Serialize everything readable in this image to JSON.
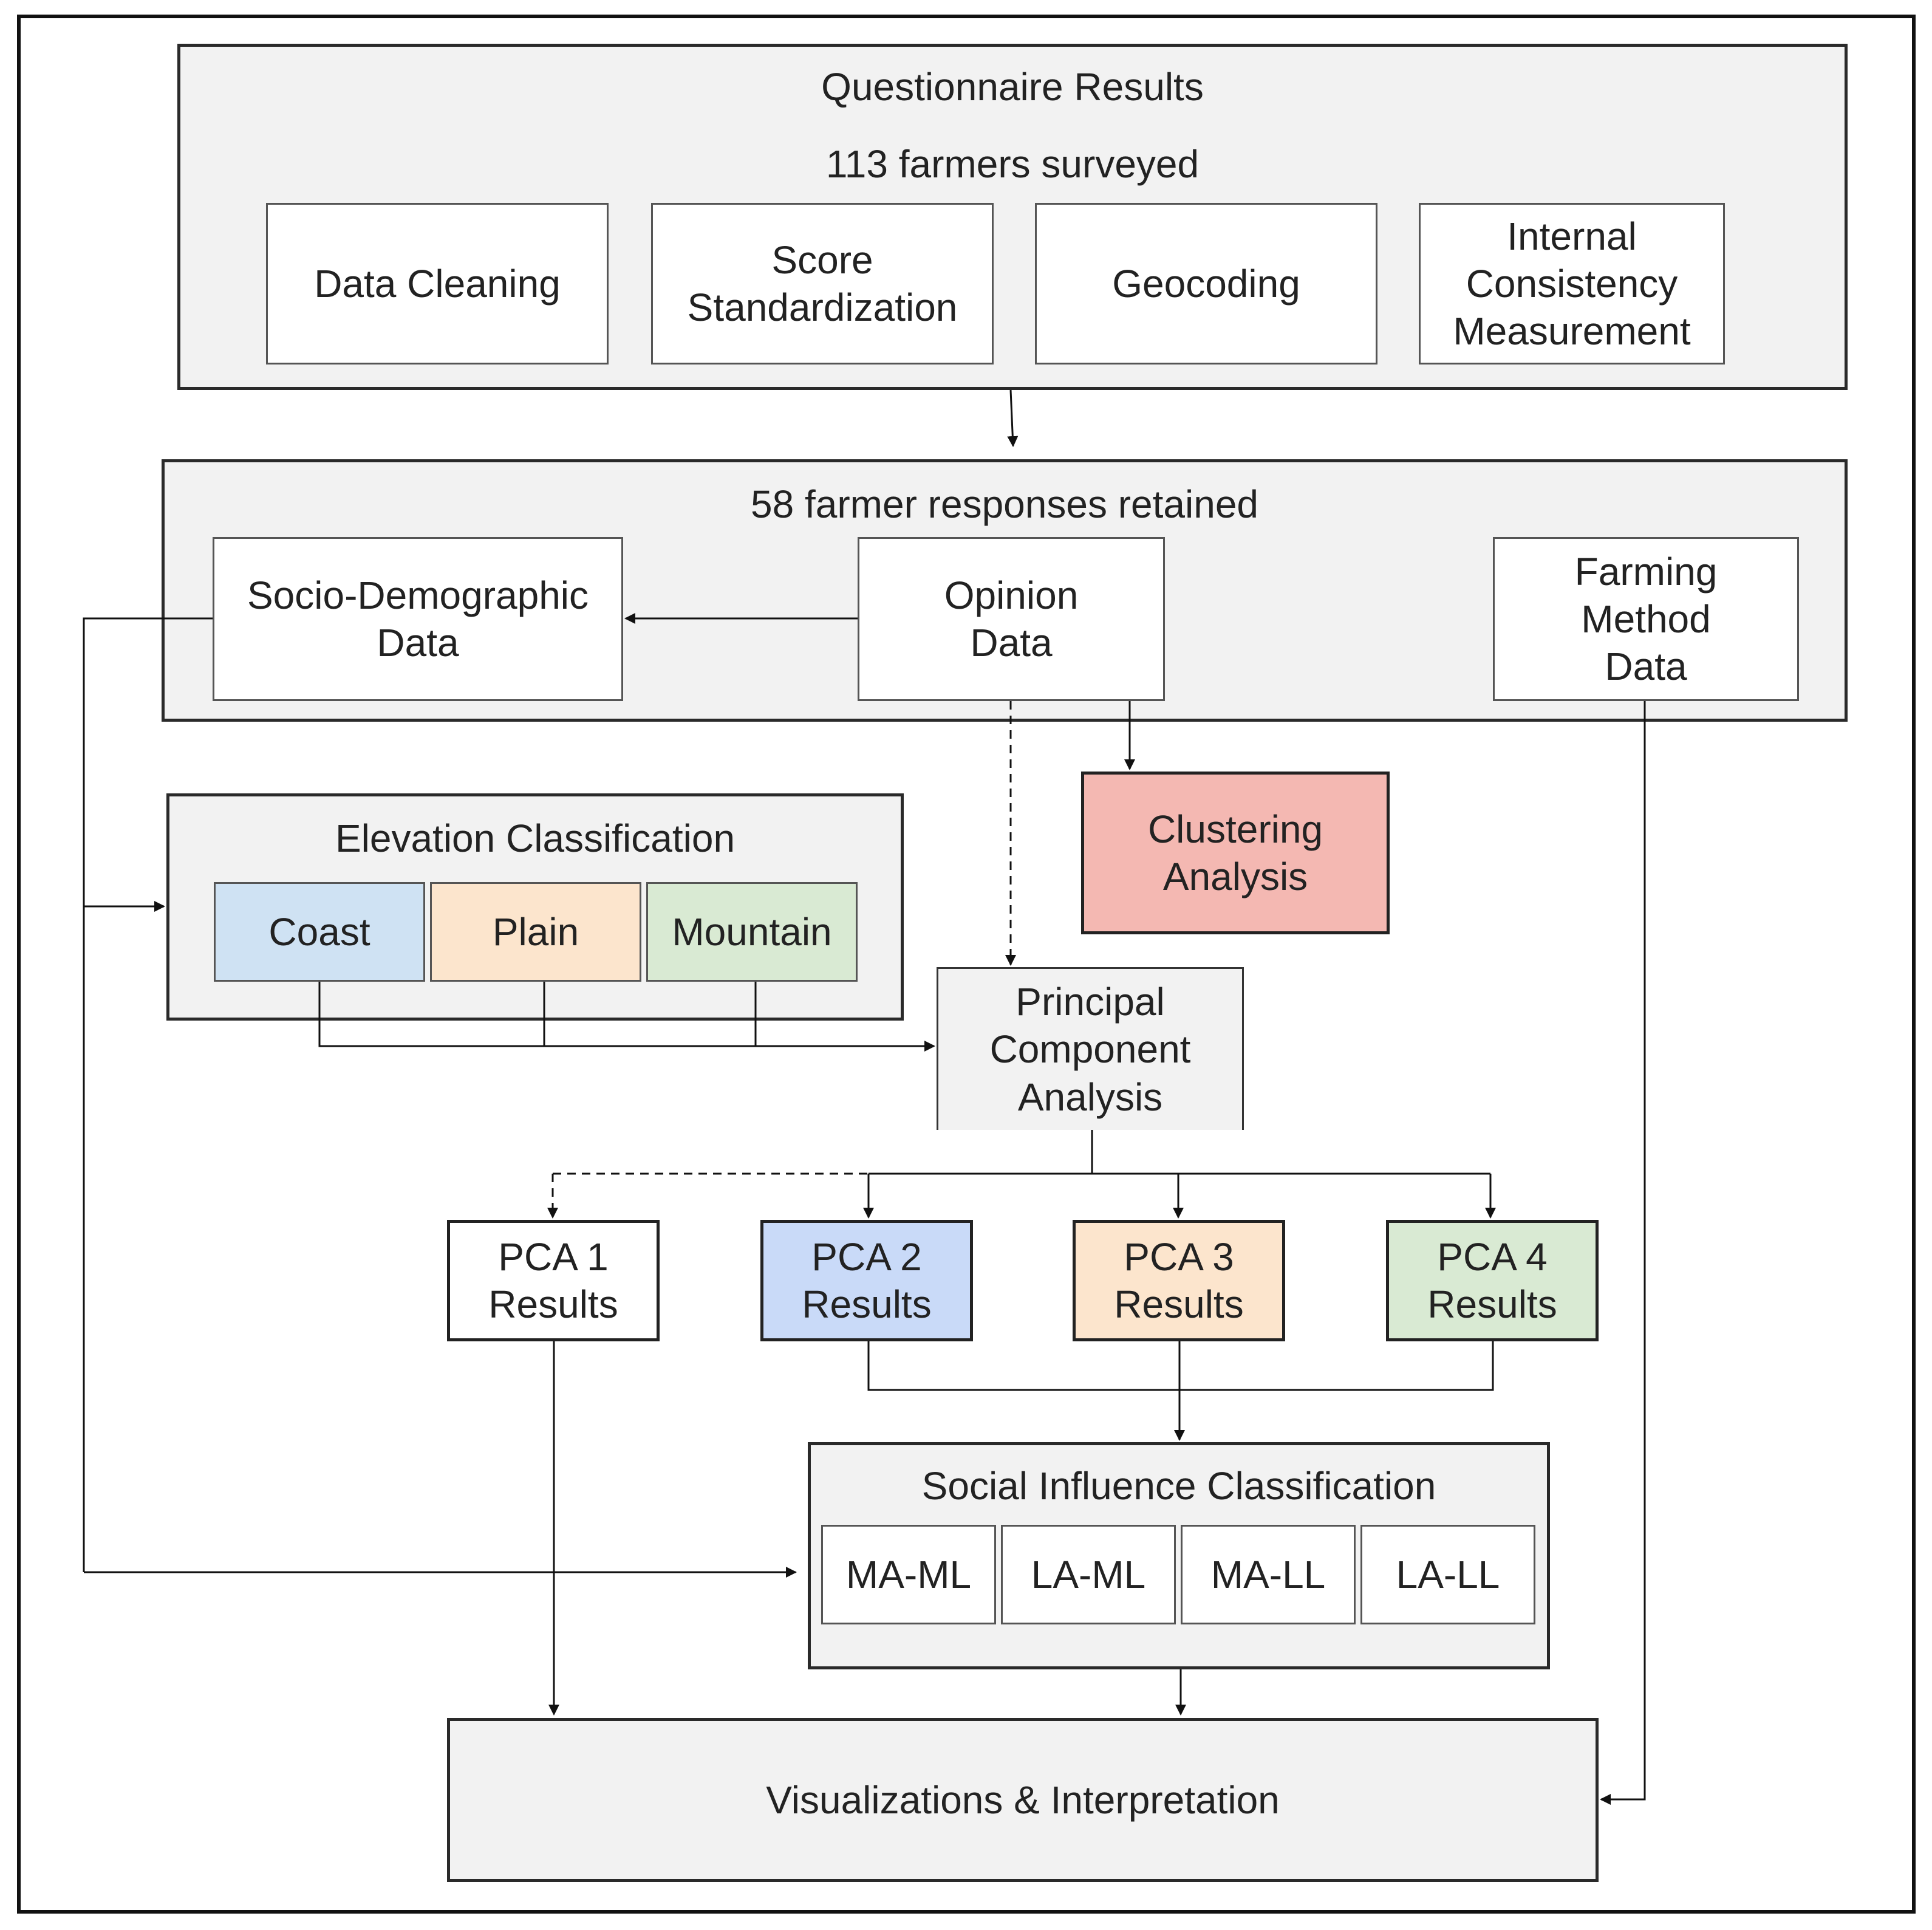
{
  "questionnaire": {
    "title": "Questionnaire Results",
    "subtitle": "113 farmers surveyed",
    "steps": [
      "Data Cleaning",
      "Score\nStandardization",
      "Geocoding",
      "Internal\nConsistency\nMeasurement"
    ]
  },
  "retained": {
    "title": "58 farmer responses retained",
    "socio": "Socio-Demographic\nData",
    "opinion": "Opinion\nData",
    "farming": "Farming\nMethod\nData"
  },
  "elevation": {
    "title": "Elevation Classification",
    "classes": [
      {
        "label": "Coast",
        "color": "#cfe2f3"
      },
      {
        "label": "Plain",
        "color": "#fce5cd"
      },
      {
        "label": "Mountain",
        "color": "#d9ead3"
      }
    ]
  },
  "clustering": {
    "label": "Clustering\nAnalysis",
    "color": "#f4b8b2"
  },
  "pca": {
    "label": "Principal\nComponent\nAnalysis"
  },
  "pca_results": [
    {
      "label": "PCA 1\nResults",
      "color": "#ffffff"
    },
    {
      "label": "PCA 2\nResults",
      "color": "#c9daf8"
    },
    {
      "label": "PCA 3\nResults",
      "color": "#fce5cd"
    },
    {
      "label": "PCA 4\nResults",
      "color": "#d9ead3"
    }
  ],
  "social": {
    "title": "Social Influence Classification",
    "classes": [
      "MA-ML",
      "LA-ML",
      "MA-LL",
      "LA-LL"
    ]
  },
  "visualization": {
    "label": "Visualizations & Interpretation"
  }
}
